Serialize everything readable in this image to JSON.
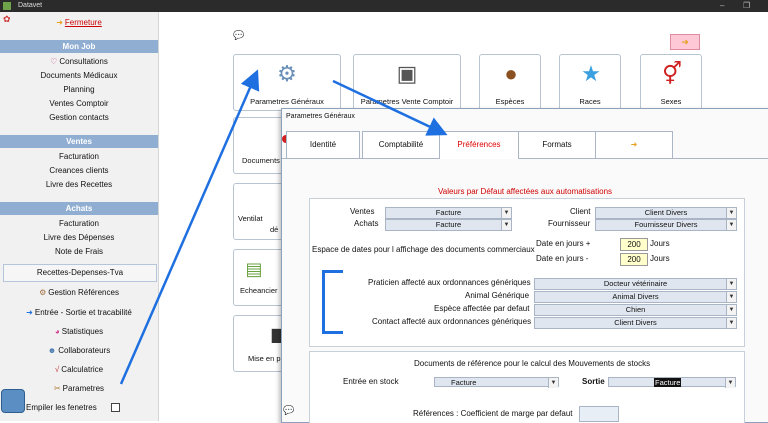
{
  "window": {
    "title": "Datavet",
    "minimize": "–",
    "restore": "❐"
  },
  "sidebar": {
    "fermeture": "Fermeture",
    "sections": {
      "monjob": "Mon Job",
      "ventes": "Ventes",
      "achats": "Achats"
    },
    "monjob_items": [
      "Consultations",
      "Documents Médicaux",
      "Planning",
      "Ventes Comptoir",
      "Gestion contacts"
    ],
    "ventes_items": [
      "Facturation",
      "Creances clients",
      "Livre des Recettes"
    ],
    "achats_items": [
      "Facturation",
      "Livre des Dépenses",
      "Note de Frais"
    ],
    "recettes": "Recettes-Depenses-Tva",
    "tools": [
      "Gestion Références",
      "Entrée - Sortie et tracabilité",
      "Statistiques",
      "Collaborateurs",
      "Calculatrice",
      "Parametres"
    ],
    "empiler": "Empiler les fenetres"
  },
  "tiles": {
    "parametres_generaux": "Parametres Généraux",
    "parametres_vente": "Parametres Vente Comptoir",
    "especes": "Espèces",
    "races": "Races",
    "sexes": "Sexes",
    "documents": "Documents",
    "ventilat": "Ventilat",
    "ventilat2": "dé",
    "echeancier": "Echeancier",
    "mise_en": "Mise en p"
  },
  "dialog": {
    "title": "Parametres Généraux",
    "tabs": [
      "Identité",
      "Comptabilité",
      "Préférences",
      "Formats"
    ],
    "heading": "Valeurs par Défaut affectées aux automatisations",
    "ventes_label": "Ventes",
    "ventes_value": "Facture",
    "achats_label": "Achats",
    "achats_value": "Facture",
    "client_label": "Client",
    "client_value": "Client Divers",
    "fournisseur_label": "Fournisseur",
    "fournisseur_value": "Fournisseur Divers",
    "espace_label": "Espace de dates pour l affichage des documents commerciaux",
    "date_plus_label": "Date en jours +",
    "date_plus_value": "200",
    "date_minus_label": "Date en jours  -",
    "date_minus_value": "200",
    "jours": "Jours",
    "praticien_label": "Praticien affecté aux ordonnances génériques",
    "praticien_value": "Docteur vétérinaire",
    "animal_label": "Animal Générique",
    "animal_value": "Animal Divers",
    "espece_label": "Espèce affectée par defaut",
    "espece_value": "Chien",
    "contact_label": "Contact affecté aux ordonnances génériques",
    "contact_value": "Client Divers",
    "stocks_heading": "Documents  de référence pour le calcul des Mouvements de stocks",
    "entree_label": "Entrée en stock",
    "entree_value": "Facture",
    "sortie_label": "Sortie",
    "sortie_value": "Facture",
    "references_label": "Références : Coefficient de marge par defaut"
  },
  "colors": {
    "accent_blue": "#1e6fe0",
    "header_blue": "#90aed2",
    "red": "#d00000"
  }
}
